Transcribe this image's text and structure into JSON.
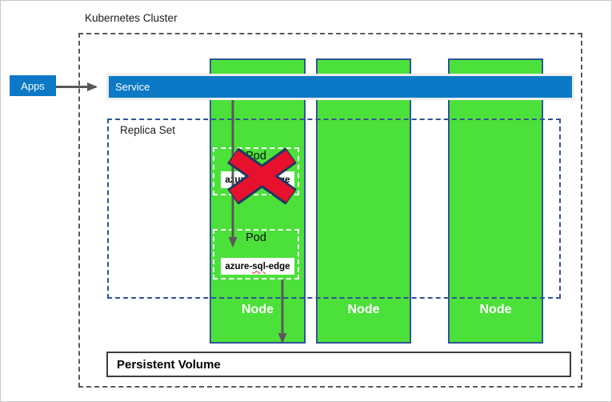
{
  "cluster": {
    "label": "Kubernetes Cluster"
  },
  "apps": {
    "label": "Apps"
  },
  "service": {
    "label": "Service"
  },
  "replica_set": {
    "label": "Replica Set"
  },
  "pods": [
    {
      "label": "Pod",
      "container_name": "azure-sql-edge",
      "container_prefix": "azure-",
      "container_misspelled_part": "sql",
      "container_suffix": "-edge",
      "marker": "red-x-icon"
    },
    {
      "label": "Pod",
      "container_name": "azure-sql-edge",
      "container_prefix": "azure-",
      "container_misspelled_part": "sql",
      "container_suffix": "-edge",
      "marker": ""
    }
  ],
  "nodes": [
    {
      "label": "Node"
    },
    {
      "label": "Node"
    },
    {
      "label": "Node"
    }
  ],
  "persistent_volume": {
    "label": "Persistent Volume"
  },
  "colors": {
    "azure_blue": "#0b79c5",
    "node_green": "#4ce13a",
    "node_border_navy": "#2e5496",
    "replica_dash_navy": "#2e5496",
    "cluster_dash_gray": "#595959",
    "arrow_gray": "#595959",
    "x_red": "#e8112d",
    "x_outline_navy": "#1f3864",
    "spellcheck_red": "#e02020"
  }
}
